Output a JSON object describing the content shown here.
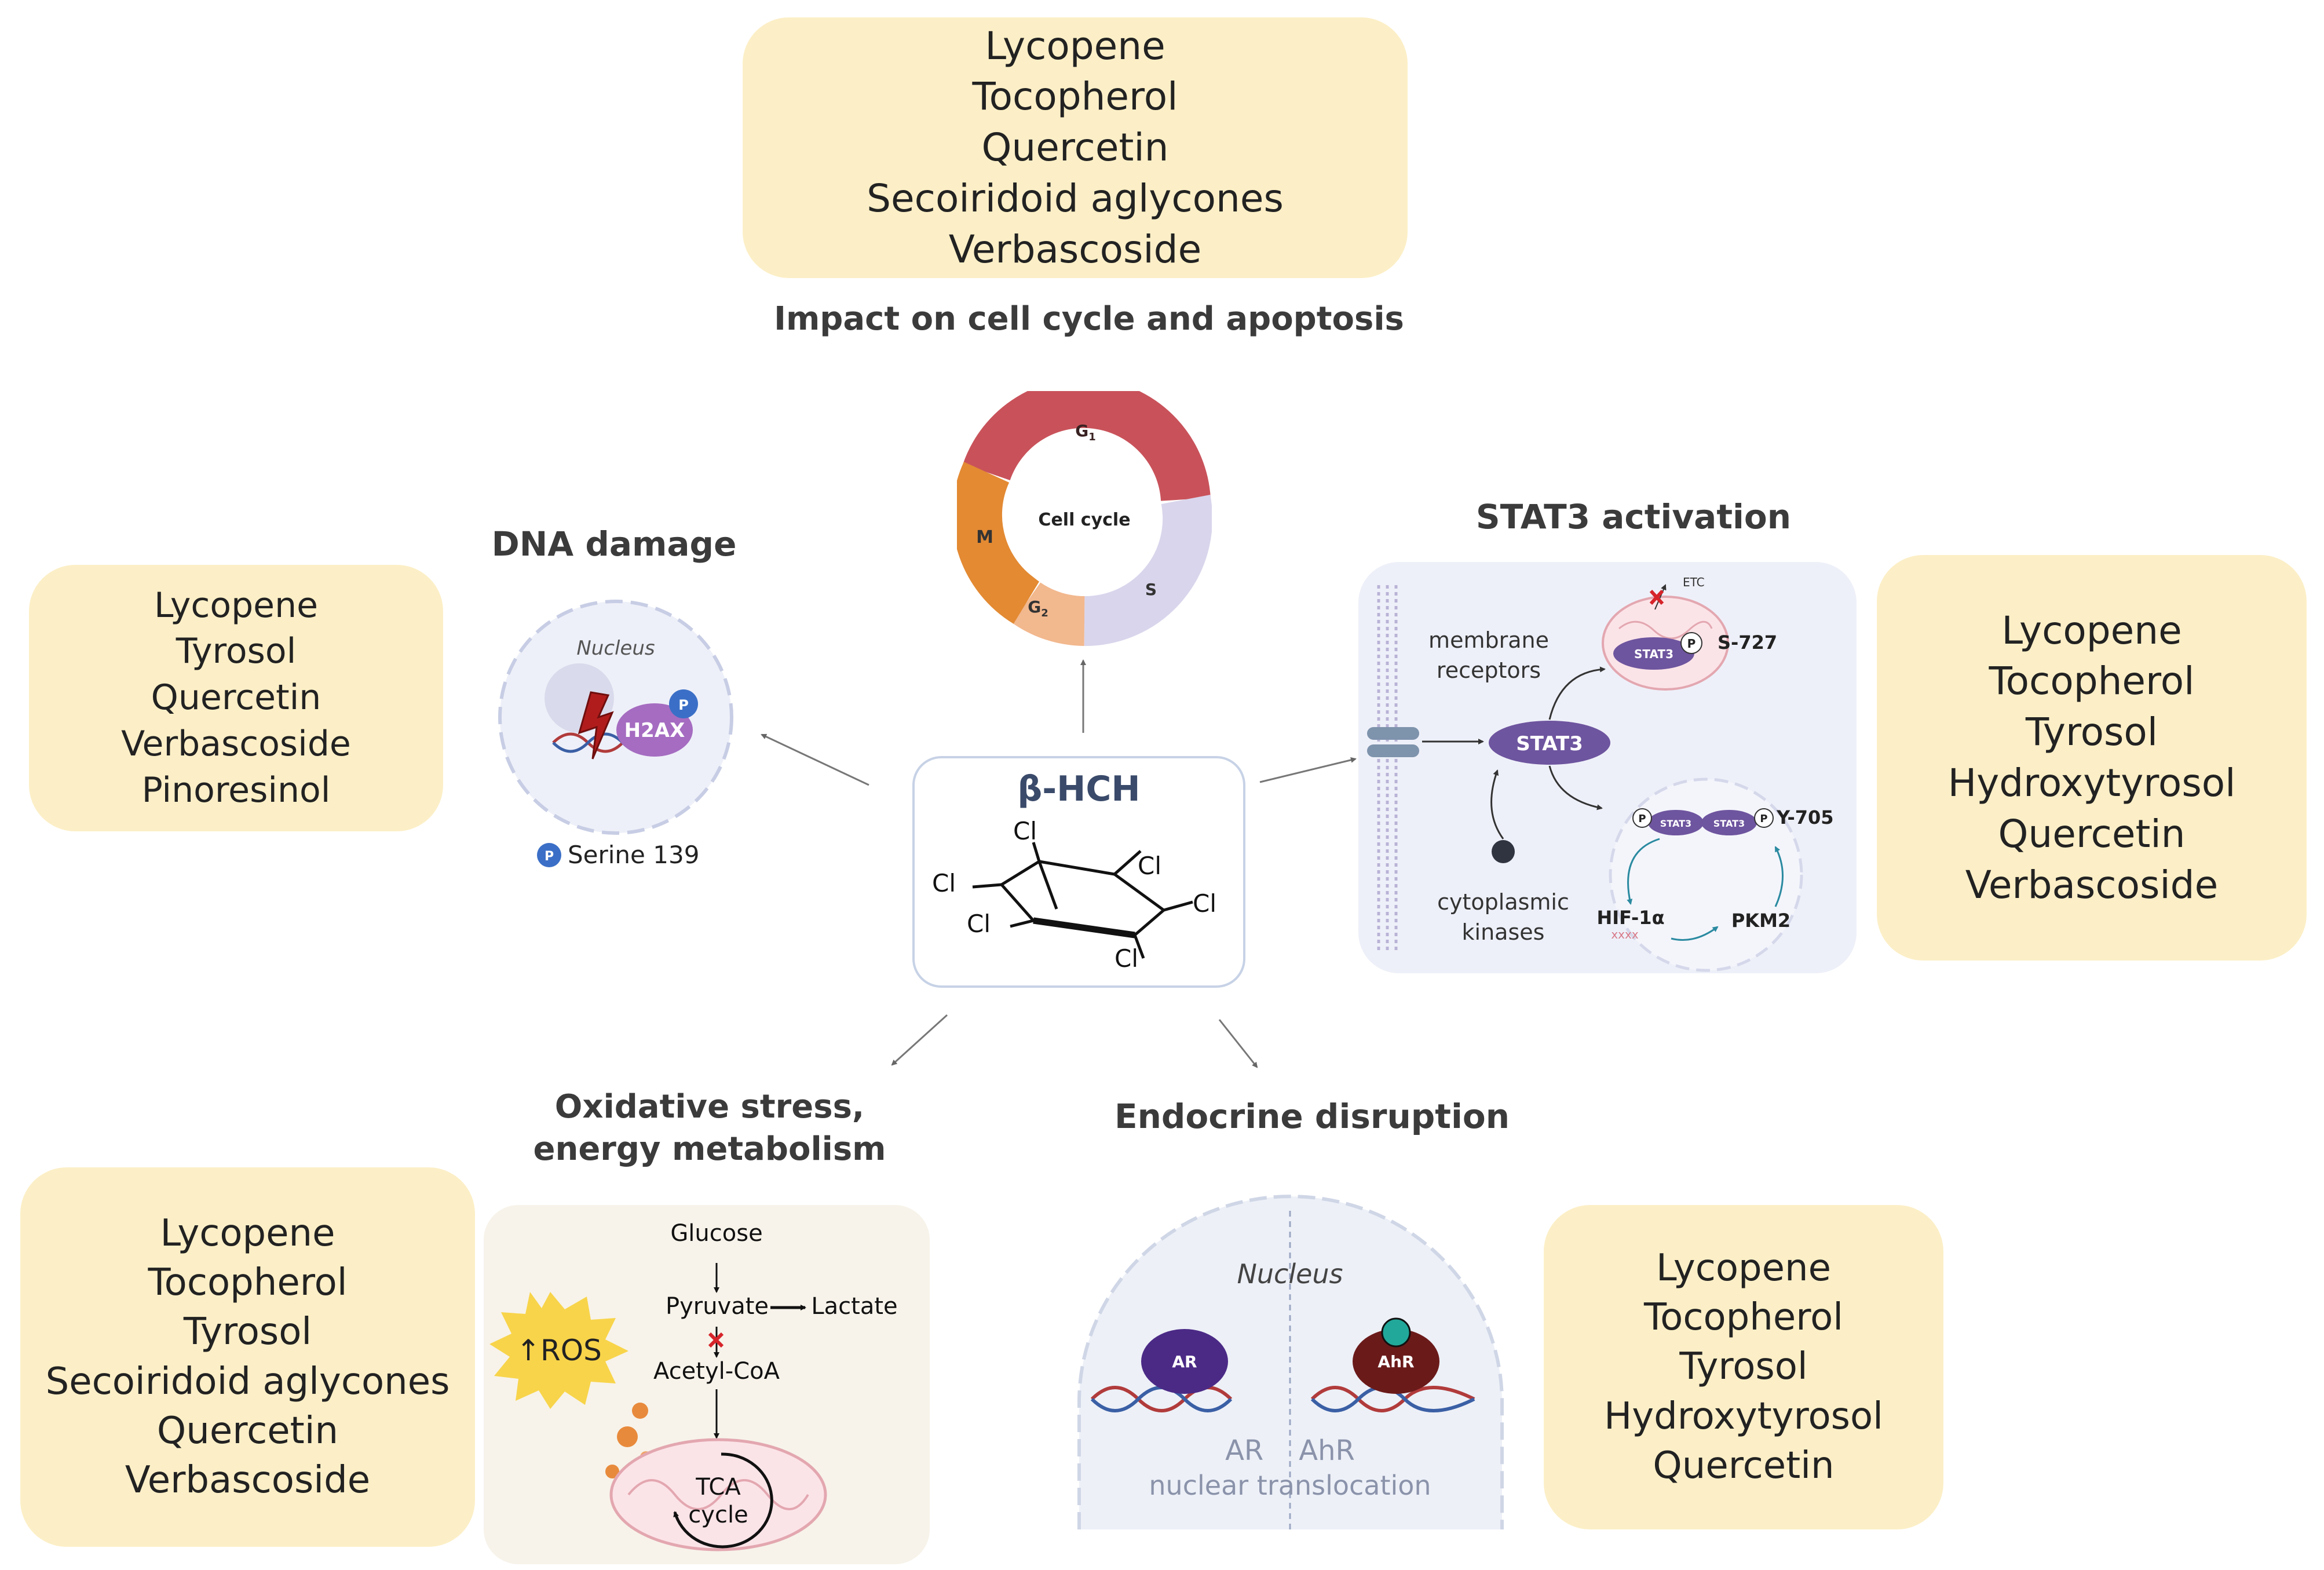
{
  "boxes": {
    "top": [
      "Lycopene",
      "Tocopherol",
      "Quercetin",
      "Secoiridoid aglycones",
      "Verbascoside"
    ],
    "left": [
      "Lycopene",
      "Tyrosol",
      "Quercetin",
      "Verbascoside",
      "Pinoresinol"
    ],
    "right": [
      "Lycopene",
      "Tocopherol",
      "Tyrosol",
      "Hydroxytyrosol",
      "Quercetin",
      "Verbascoside"
    ],
    "bottom_left": [
      "Lycopene",
      "Tocopherol",
      "Tyrosol",
      "Secoiridoid aglycones",
      "Quercetin",
      "Verbascoside"
    ],
    "bottom_right": [
      "Lycopene",
      "Tocopherol",
      "Tyrosol",
      "Hydroxytyrosol",
      "Quercetin"
    ]
  },
  "titles": {
    "cell_cycle": "Impact on cell cycle and apoptosis",
    "dna": "DNA damage",
    "stat3": "STAT3 activation",
    "oxidative_1": "Oxidative stress,",
    "oxidative_2": "energy metabolism",
    "endocrine": "Endocrine disruption"
  },
  "center": {
    "label": "β-HCH",
    "cl": "Cl"
  },
  "cell_cycle": {
    "center": "Cell cycle",
    "g1": "G",
    "g1_sub": "1",
    "s": "S",
    "g2": "G",
    "g2_sub": "2",
    "m": "M"
  },
  "dna": {
    "nucleus": "Nucleus",
    "protein": "H2AX",
    "p": "P",
    "serine": "Serine 139"
  },
  "stat3": {
    "membrane_1": "membrane",
    "membrane_2": "receptors",
    "cyto_1": "cytoplasmic",
    "cyto_2": "kinases",
    "stat3": "STAT3",
    "etc": "ETC",
    "s727": "S-727",
    "y705": "Y-705",
    "hif": "HIF-1α",
    "pkm2": "PKM2",
    "p": "P",
    "xxxx": "xxxx"
  },
  "oxidative": {
    "glucose": "Glucose",
    "pyruvate": "Pyruvate",
    "lactate": "Lactate",
    "acetyl": "Acetyl-CoA",
    "ros": "↑ROS",
    "tca_1": "TCA",
    "tca_2": "cycle"
  },
  "endocrine": {
    "nucleus": "Nucleus",
    "ar": "AR",
    "ahr": "AhR",
    "caption_1": "AR    AhR",
    "caption_2": "nuclear translocation"
  },
  "colors": {
    "box_fill": "#fcefc7",
    "g1": "#c9525a",
    "s": "#d9d5ec",
    "g2": "#f2b88e",
    "m": "#e38a33",
    "stat3": "#6e559f",
    "ar": "#4b2a86",
    "ahr": "#6b1a1a",
    "panel": "#eef0f9"
  }
}
